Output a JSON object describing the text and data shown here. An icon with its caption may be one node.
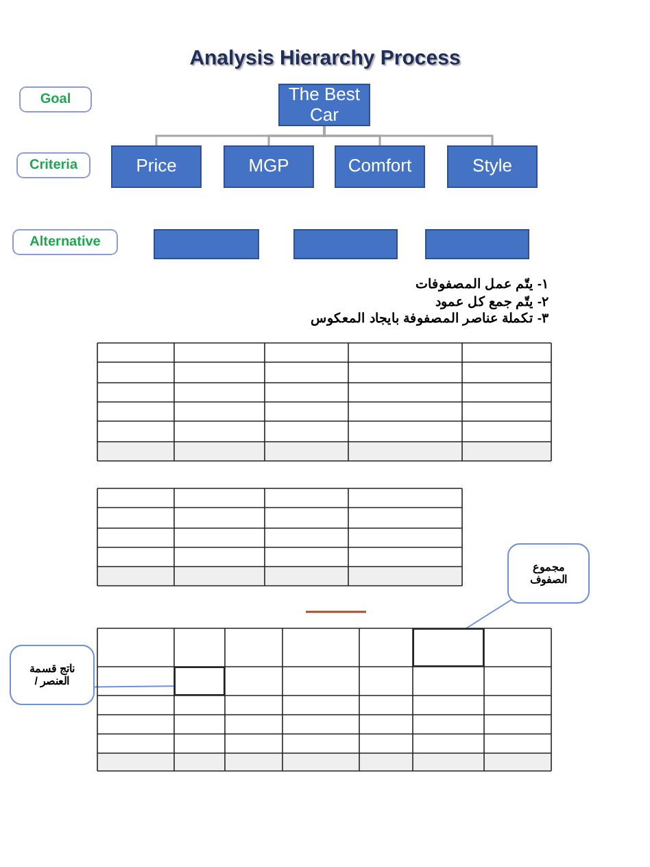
{
  "diagram": {
    "title": "Analysis Hierarchy Process",
    "nodes": [
      {
        "text": [
          "Goal"
        ]
      },
      {
        "text": [
          "Criteria"
        ]
      },
      {
        "text": [
          "Alternative"
        ]
      },
      {
        "text": [
          "The Best Car"
        ]
      },
      {
        "text": [
          "Price"
        ]
      },
      {
        "text": [
          "MGP"
        ]
      },
      {
        "text": [
          "Comfort"
        ]
      },
      {
        "text": [
          "Style"
        ]
      },
      {
        "text": [],
        "shape": "box"
      },
      {
        "text": [],
        "shape": "box"
      },
      {
        "text": [],
        "shape": "box"
      },
      {
        "text": [
          "مجموع الصفوف"
        ]
      },
      {
        "text": [
          "ناتج قسمة العنصر /"
        ]
      },
      {
        "text": [],
        "shape": "box"
      },
      {
        "text": [],
        "shape": "box"
      }
    ],
    "edges": [
      {
        "from": 3,
        "to": 4,
        "arrow": "none"
      },
      {
        "from": 3,
        "to": 5,
        "arrow": "none"
      },
      {
        "from": 3,
        "to": 6,
        "arrow": "none"
      },
      {
        "from": 3,
        "to": 7,
        "arrow": "none"
      },
      {
        "from": 11,
        "to": 13,
        "arrow": "none"
      },
      {
        "from": 12,
        "to": 14,
        "arrow": "none"
      }
    ],
    "labels": [
      "١- يتّم عمل المصفوفات",
      "٢- يتّم جمع كل عمود",
      "٣- تكملة عناصر المصفوفة بايجاد المعكوس"
    ]
  }
}
